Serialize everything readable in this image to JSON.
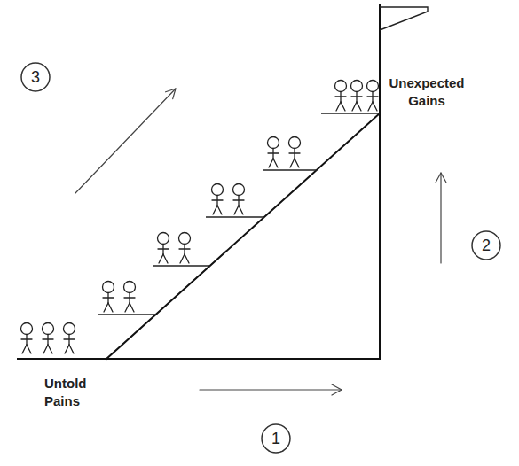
{
  "diagram": {
    "nodes": [
      {
        "text": [
          "3"
        ]
      },
      {
        "text": [
          "2"
        ]
      },
      {
        "text": [
          "1"
        ]
      }
    ],
    "labels": [
      "Unexpected Gains",
      "Untold Pains"
    ]
  }
}
